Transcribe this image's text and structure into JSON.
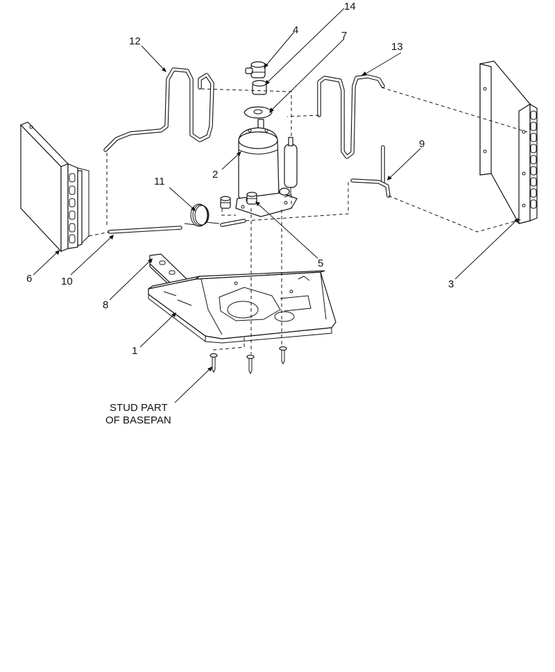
{
  "callouts": {
    "c1": "1",
    "c2": "2",
    "c3": "3",
    "c4": "4",
    "c5": "5",
    "c6": "6",
    "c7": "7",
    "c8": "8",
    "c9": "9",
    "c10": "10",
    "c11": "11",
    "c12": "12",
    "c13": "13",
    "c14": "14"
  },
  "stud_note": {
    "line1": "STUD PART",
    "line2": "OF BASEPAN"
  }
}
